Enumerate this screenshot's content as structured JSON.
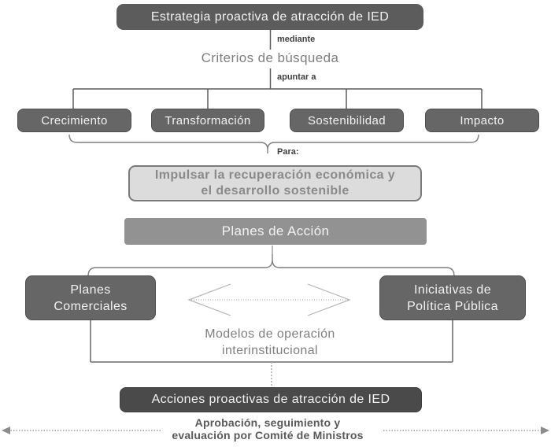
{
  "diagram": {
    "top_box": "Estrategia proactiva de atracción de IED",
    "label_mediante": "mediante",
    "criteria_title": "Criterios de búsqueda",
    "label_apuntar": "apuntar a",
    "criteria_boxes": [
      "Crecimiento",
      "Transformación",
      "Sostenibilidad",
      "Impacto"
    ],
    "label_para": "Para:",
    "goal_box": {
      "line1": "Impulsar la recuperación económica y",
      "line2": "el desarrollo sostenible"
    },
    "action_plans_box": "Planes de Acción",
    "commercial_box": {
      "line1": "Planes",
      "line2": "Comerciales"
    },
    "policy_box": {
      "line1": "Iniciativas de",
      "line2": "Política Pública"
    },
    "models_label": {
      "line1": "Modelos de operación",
      "line2": "interinstitucional"
    },
    "actions_box": "Acciones proactivas de atracción de IED",
    "approval_label": {
      "line1": "Aprobación, seguimiento y",
      "line2": "evaluación por Comité de Ministros"
    }
  },
  "colors": {
    "dark_box": "#666666",
    "darkest_box": "#4a4a4a",
    "medium_box": "#929292",
    "light_box": "#dcdcdc",
    "light_box_border": "#7a7a7a",
    "connector": "#5a5a5a",
    "gray_text": "#7f7f7f",
    "dotted_arrow": "#9c9c9c"
  }
}
